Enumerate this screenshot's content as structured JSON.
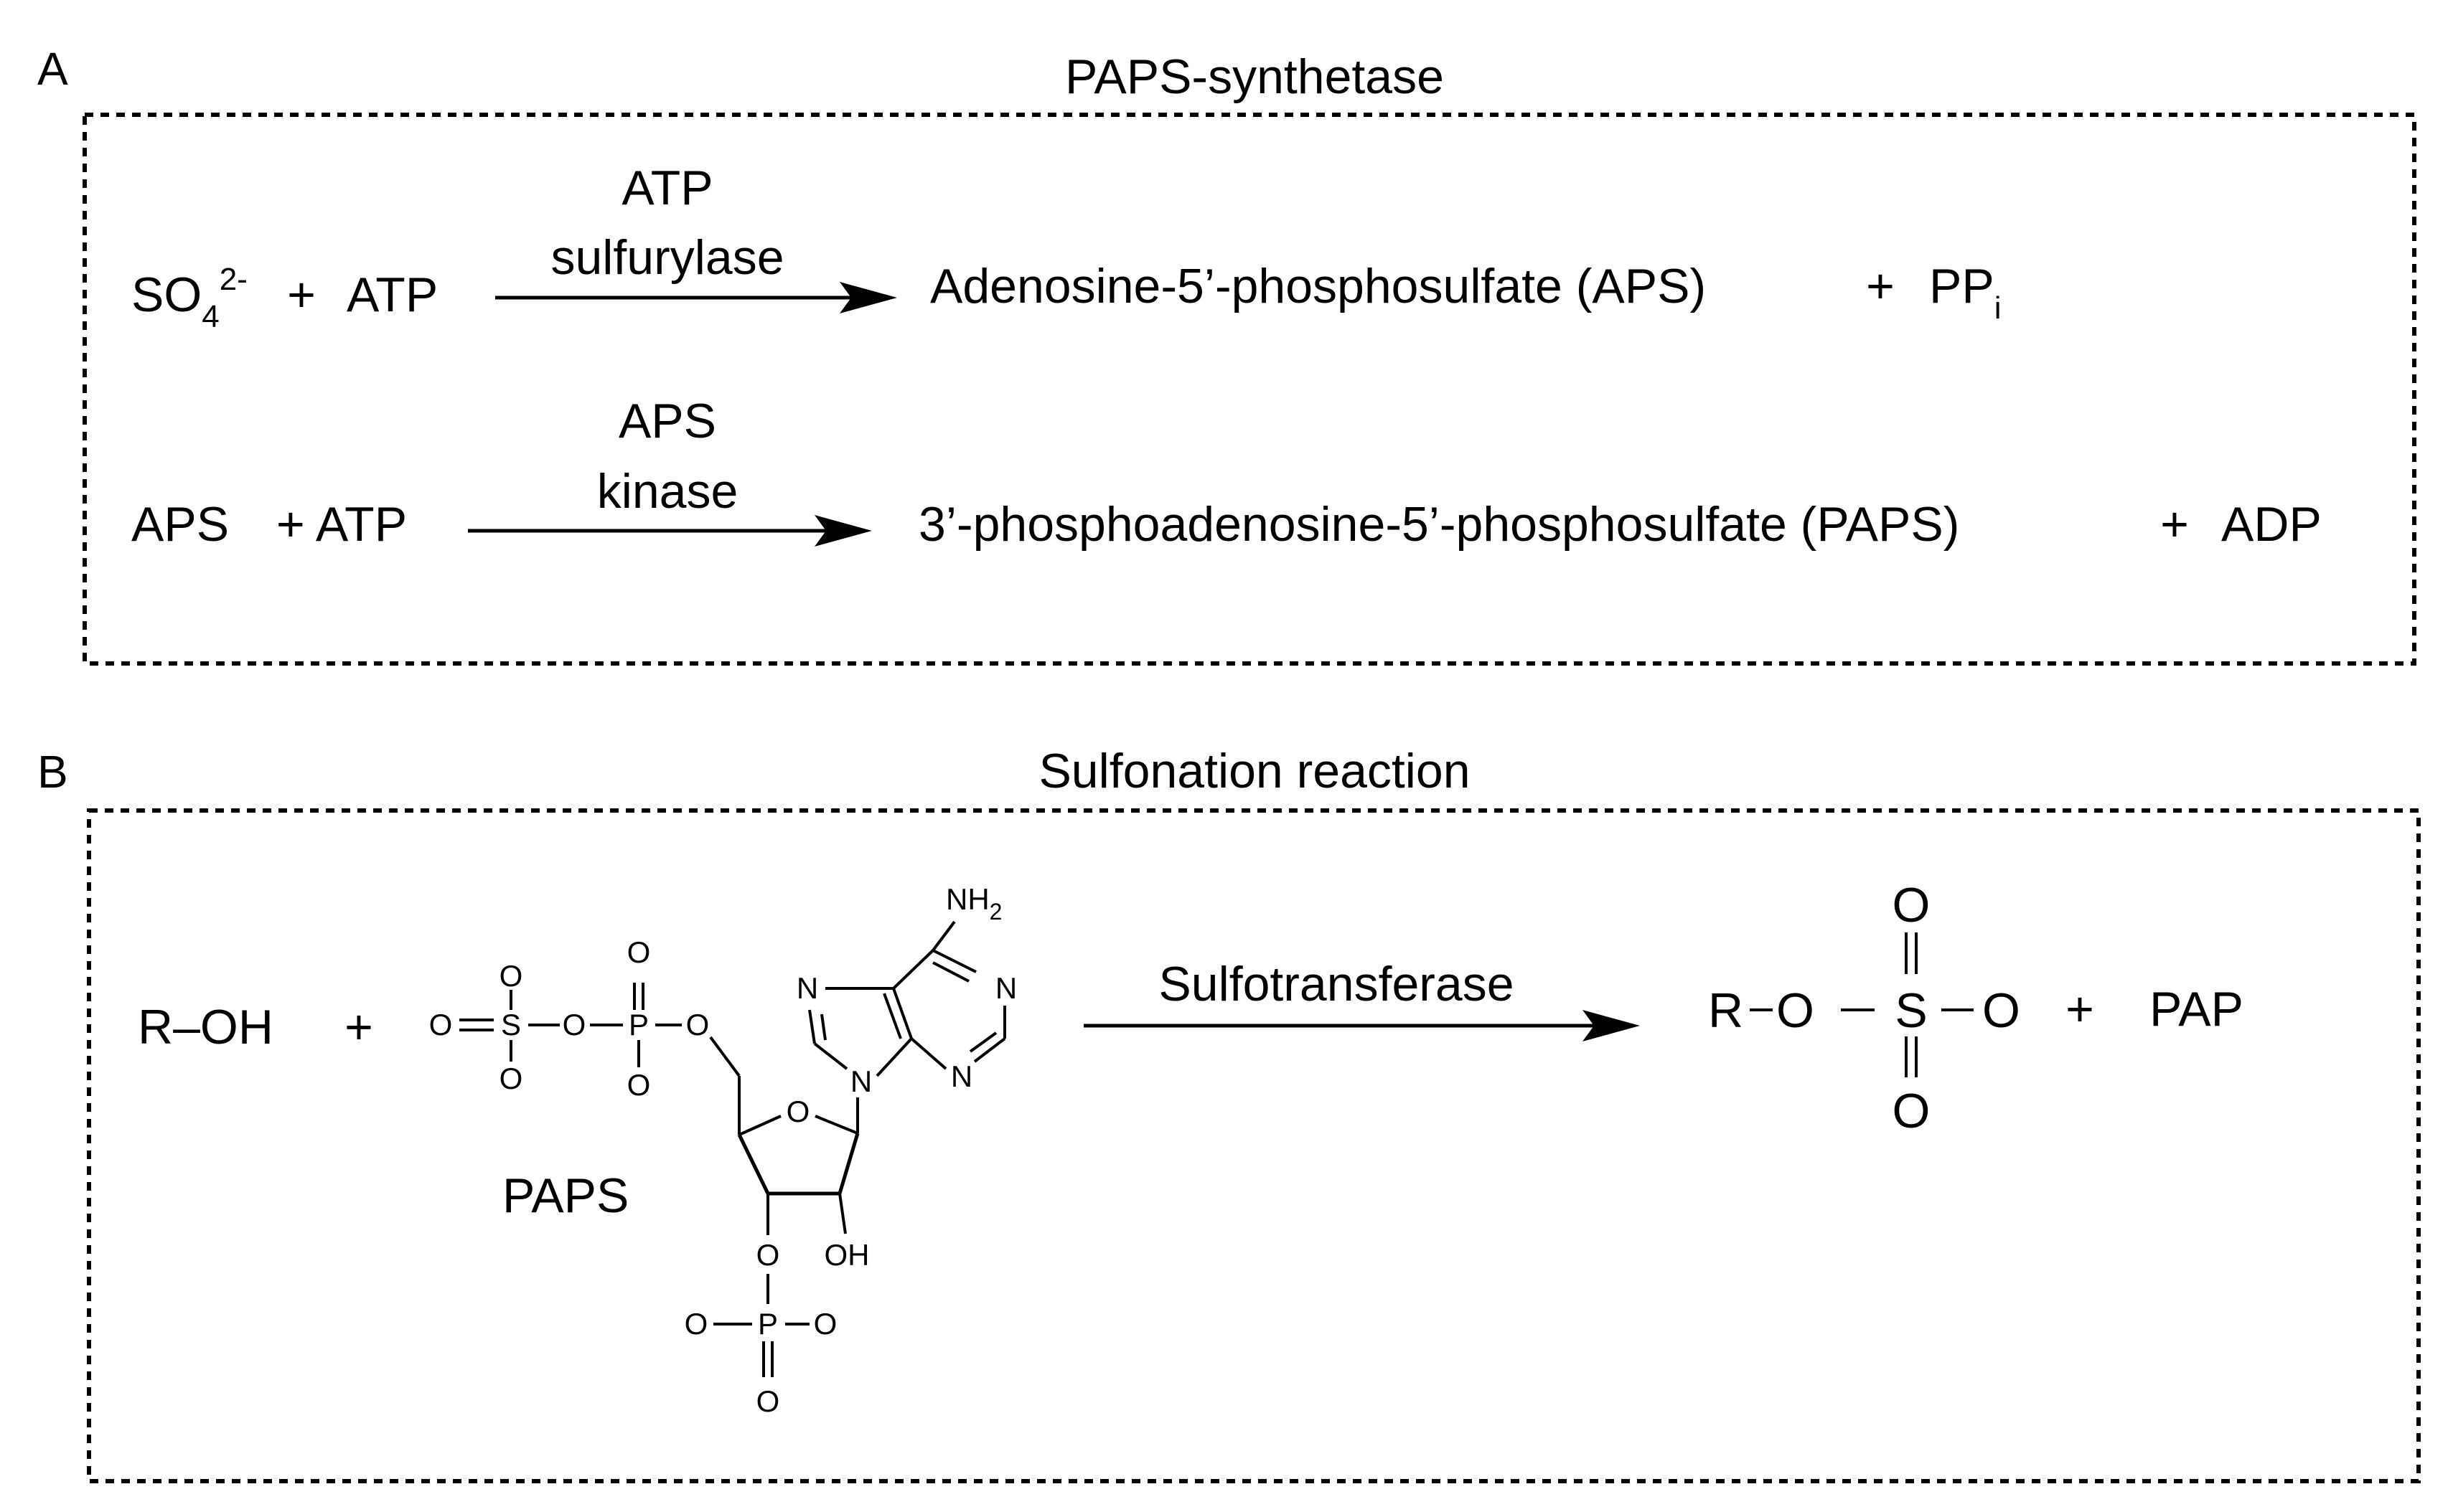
{
  "panel_a": {
    "letter": "A",
    "title": "PAPS-synthetase",
    "reaction1": {
      "reactant_so": "SO",
      "reactant_sub": "4",
      "reactant_sup": "2-",
      "plus_a": "+",
      "reactant_atp": "ATP",
      "enzyme_line1": "ATP",
      "enzyme_line2": "sulfurylase",
      "product": "Adenosine-5’-phosphosulfate (APS)",
      "plus_b": "+",
      "byproduct": "PP",
      "byproduct_sub": "i"
    },
    "reaction2": {
      "reactant_aps": "APS",
      "plus_a": "+ ATP",
      "enzyme_line1": "APS",
      "enzyme_line2": "kinase",
      "product": "3’-phosphoadenosine-5’-phosphosulfate (PAPS)",
      "plus_b": "+",
      "byproduct": "ADP"
    }
  },
  "panel_b": {
    "letter": "B",
    "title": "Sulfonation reaction",
    "reactant": "R–OH",
    "plus_a": "+",
    "paps_label": "PAPS",
    "enzyme": "Sulfotransferase",
    "plus_b": "+",
    "byproduct": "PAP",
    "product_atoms": {
      "r": "R",
      "o1": "O",
      "s": "S",
      "o2": "O",
      "o_top": "O",
      "o_bottom": "O"
    },
    "paps_atoms": {
      "o": "O",
      "s": "S",
      "p": "P",
      "n": "N",
      "nh": "NH",
      "two": "2",
      "oh": "OH"
    }
  }
}
